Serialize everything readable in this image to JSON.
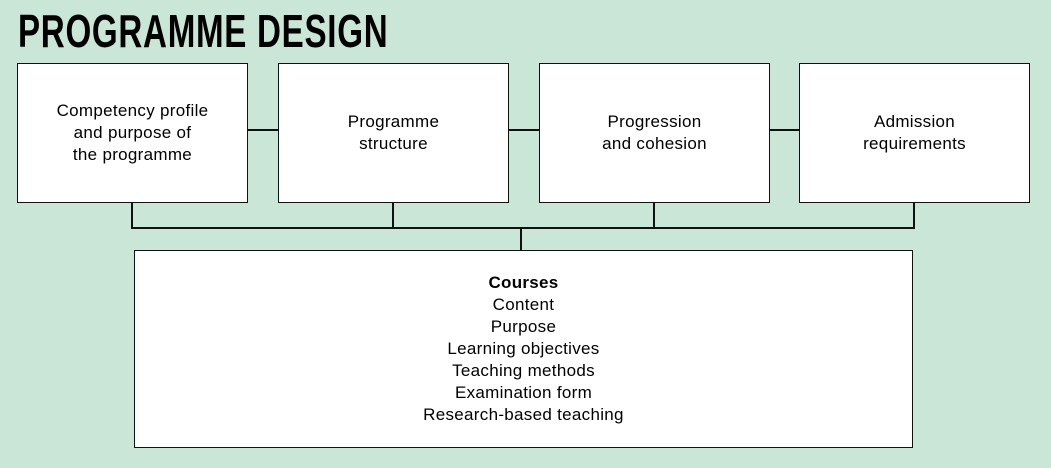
{
  "title": "PROGRAMME DESIGN",
  "boxes": [
    {
      "label": "Competency profile and purpose of the programme",
      "lines": [
        "Competency profile",
        "and purpose of",
        "the programme"
      ]
    },
    {
      "label": "Programme structure",
      "lines": [
        "Programme",
        "structure"
      ]
    },
    {
      "label": "Progression and cohesion",
      "lines": [
        "Progression",
        "and cohesion"
      ]
    },
    {
      "label": "Admission requirements",
      "lines": [
        "Admission",
        "requirements"
      ]
    }
  ],
  "courses": {
    "heading": "Courses",
    "items": [
      "Content",
      "Purpose",
      "Learning objectives",
      "Teaching methods",
      "Examination form",
      "Research-based teaching"
    ]
  }
}
